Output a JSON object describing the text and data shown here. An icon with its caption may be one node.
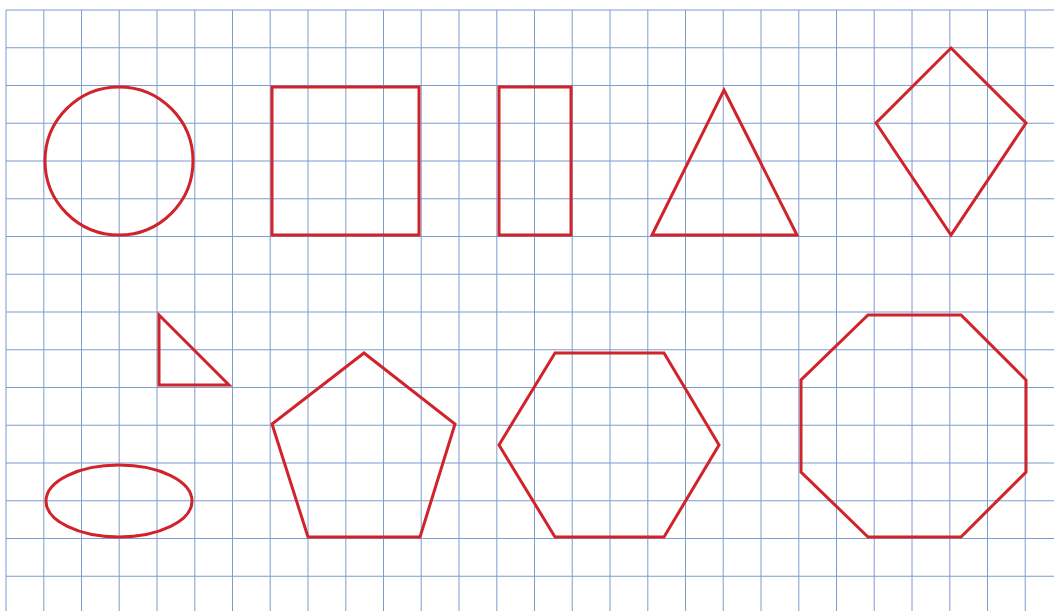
{
  "diagram": {
    "nodes": [
      {
        "text": [],
        "shape": "circle"
      },
      {
        "text": [],
        "shape": "box"
      },
      {
        "text": [],
        "shape": "box"
      },
      {
        "text": [],
        "shape": "triangle"
      },
      {
        "text": [],
        "shape": "diamond"
      },
      {
        "text": [],
        "shape": "triangle"
      },
      {
        "text": [],
        "shape": "pentagon"
      },
      {
        "text": [],
        "shape": "hexagon"
      },
      {
        "text": [],
        "shape": "octagon"
      },
      {
        "text": [],
        "shape": "ellipse"
      }
    ]
  }
}
